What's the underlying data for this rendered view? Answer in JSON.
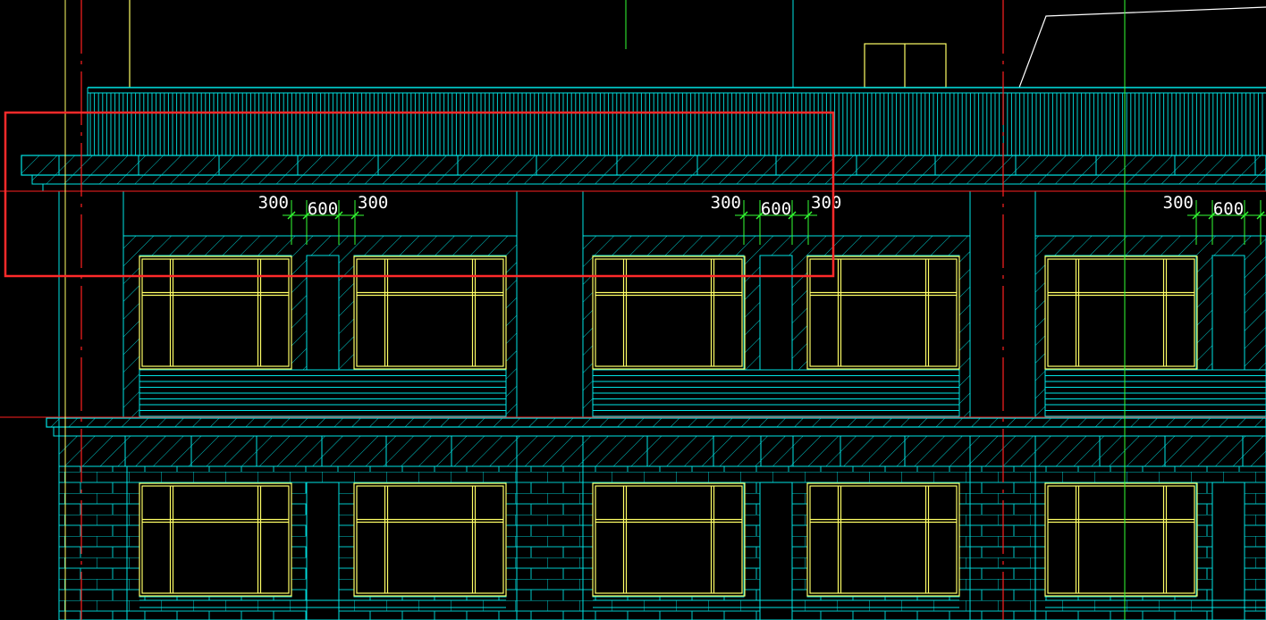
{
  "colors": {
    "background": "#000000",
    "outline": "#00e5e5",
    "hatch": "#00c8c8",
    "window_frame": "#ffff66",
    "dimension_line": "#33ff33",
    "dimension_text": "#ffffff",
    "axis_red": "#ff2020",
    "axis_green": "#33ff33",
    "selection_box": "#ff2a2a"
  },
  "dimensions": [
    {
      "left": "300",
      "middle": "600",
      "right": "300"
    },
    {
      "left": "300",
      "middle": "600",
      "right": "300"
    },
    {
      "left": "300",
      "middle": "600",
      "right": ""
    }
  ],
  "icons": [
    "selection-rectangle"
  ]
}
